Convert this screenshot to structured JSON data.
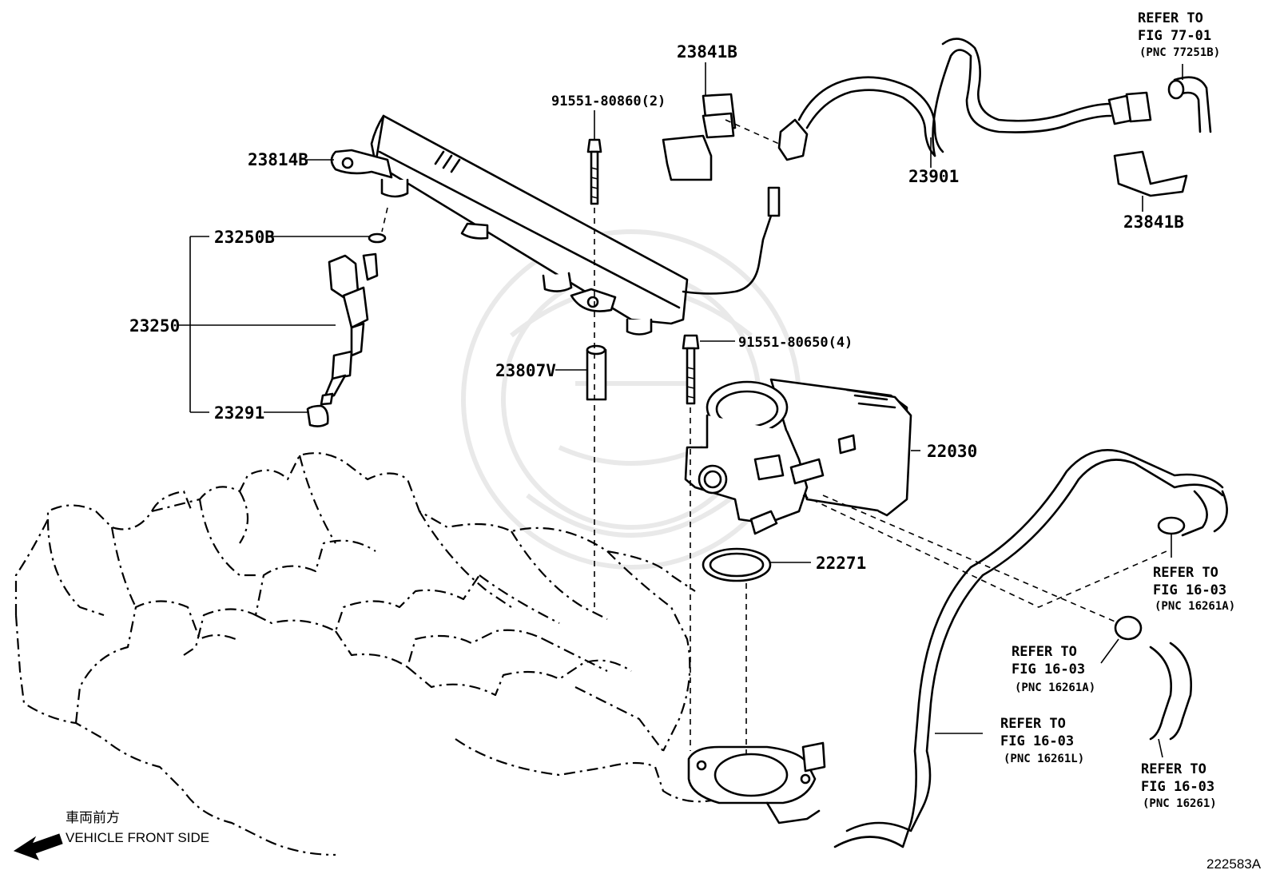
{
  "diagram": {
    "part_numbers": {
      "p23841b_top": "23841B",
      "p91551_80860": "91551-80860(2)",
      "p23814b": "23814B",
      "p23250b": "23250B",
      "p23250": "23250",
      "p23291": "23291",
      "p23807v": "23807V",
      "p91551_80650": "91551-80650(4)",
      "p22030": "22030",
      "p22271": "22271",
      "p23901": "23901",
      "p23841b_right": "23841B"
    },
    "refs": {
      "fig77": {
        "line1": "REFER TO",
        "line2": "FIG 77-01",
        "line3": "(PNC 77251B)"
      },
      "fig16_a_right": {
        "line1": "REFER TO",
        "line2": "FIG 16-03",
        "line3": "(PNC 16261A)"
      },
      "fig16_a_mid": {
        "line1": "REFER TO",
        "line2": "FIG 16-03",
        "line3": "(PNC 16261A)"
      },
      "fig16_l": {
        "line1": "REFER TO",
        "line2": "FIG 16-03",
        "line3": "(PNC 16261L)"
      },
      "fig16_plain": {
        "line1": "REFER TO",
        "line2": "FIG 16-03",
        "line3": "(PNC 16261)"
      }
    },
    "direction": {
      "japanese": "車両前方",
      "english": "VEHICLE FRONT SIDE"
    },
    "illustration_id": "222583A",
    "icons": {
      "front_arrow": "arrow-left-down-icon"
    }
  }
}
